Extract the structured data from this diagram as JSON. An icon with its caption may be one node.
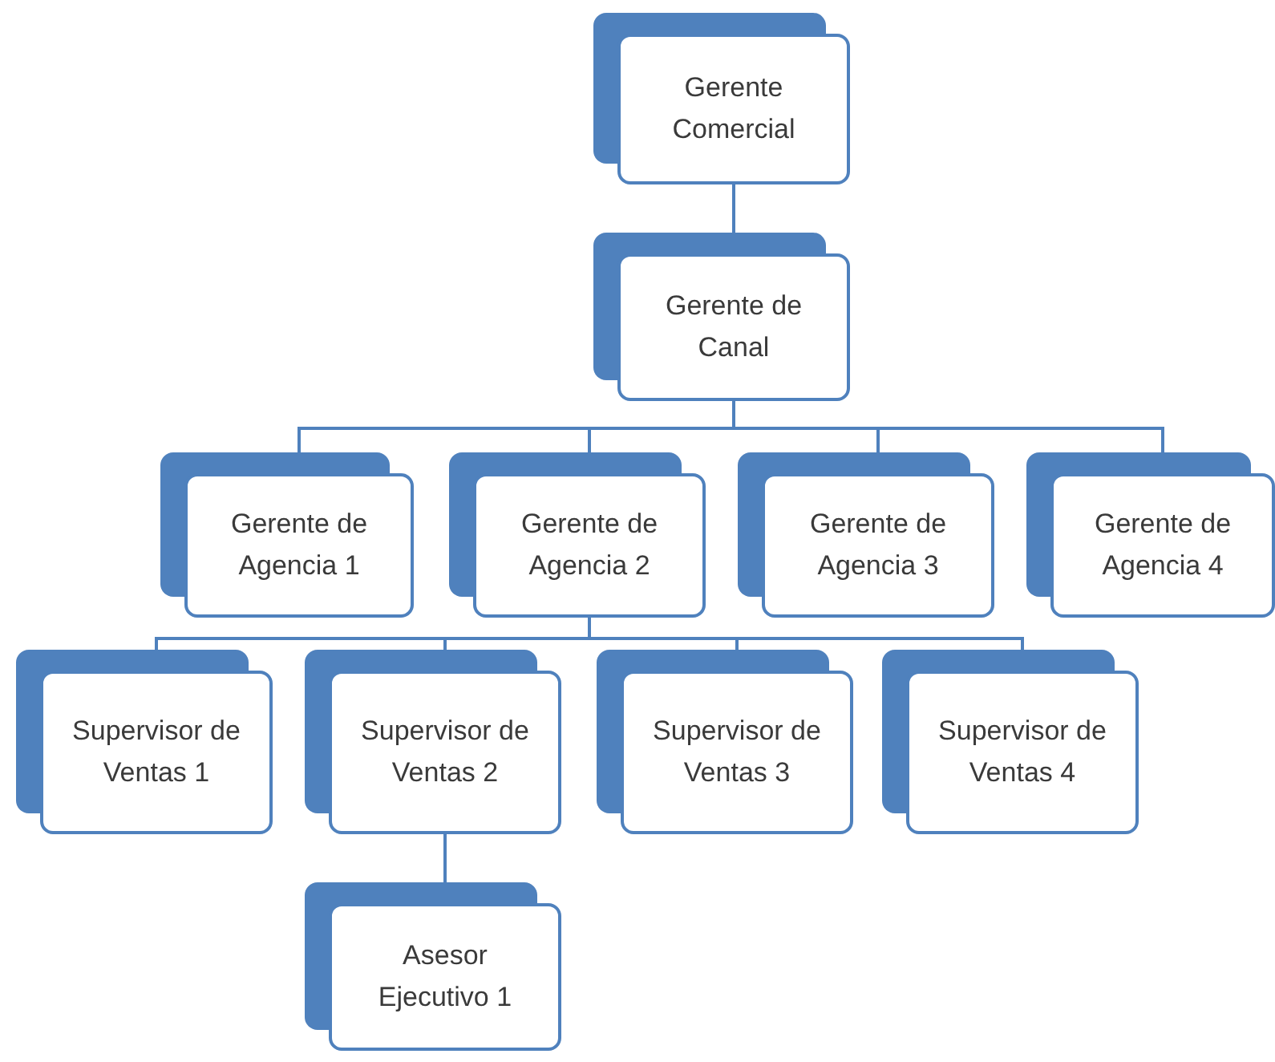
{
  "diagram": {
    "nodes": [
      {
        "text": [
          "Gerente Comercial"
        ]
      },
      {
        "text": [
          "Gerente de Canal"
        ]
      },
      {
        "text": [
          "Gerente de Agencia 1"
        ]
      },
      {
        "text": [
          "Gerente de Agencia 2"
        ]
      },
      {
        "text": [
          "Gerente de Agencia 3"
        ]
      },
      {
        "text": [
          "Gerente de Agencia 4"
        ]
      },
      {
        "text": [
          "Supervisor de Ventas 1"
        ]
      },
      {
        "text": [
          "Supervisor de Ventas 2"
        ]
      },
      {
        "text": [
          "Supervisor de Ventas 3"
        ]
      },
      {
        "text": [
          "Supervisor de Ventas 4"
        ]
      },
      {
        "text": [
          "Asesor Ejecutivo 1"
        ]
      }
    ],
    "edges": [
      {
        "from": 0,
        "to": 1,
        "arrow": "none"
      },
      {
        "from": 1,
        "to": 2,
        "arrow": "none"
      },
      {
        "from": 1,
        "to": 3,
        "arrow": "none"
      },
      {
        "from": 1,
        "to": 4,
        "arrow": "none"
      },
      {
        "from": 1,
        "to": 5,
        "arrow": "none"
      },
      {
        "from": 3,
        "to": 6,
        "arrow": "none"
      },
      {
        "from": 3,
        "to": 7,
        "arrow": "none"
      },
      {
        "from": 3,
        "to": 8,
        "arrow": "none"
      },
      {
        "from": 3,
        "to": 9,
        "arrow": "none"
      },
      {
        "from": 7,
        "to": 10,
        "arrow": "none"
      }
    ]
  }
}
